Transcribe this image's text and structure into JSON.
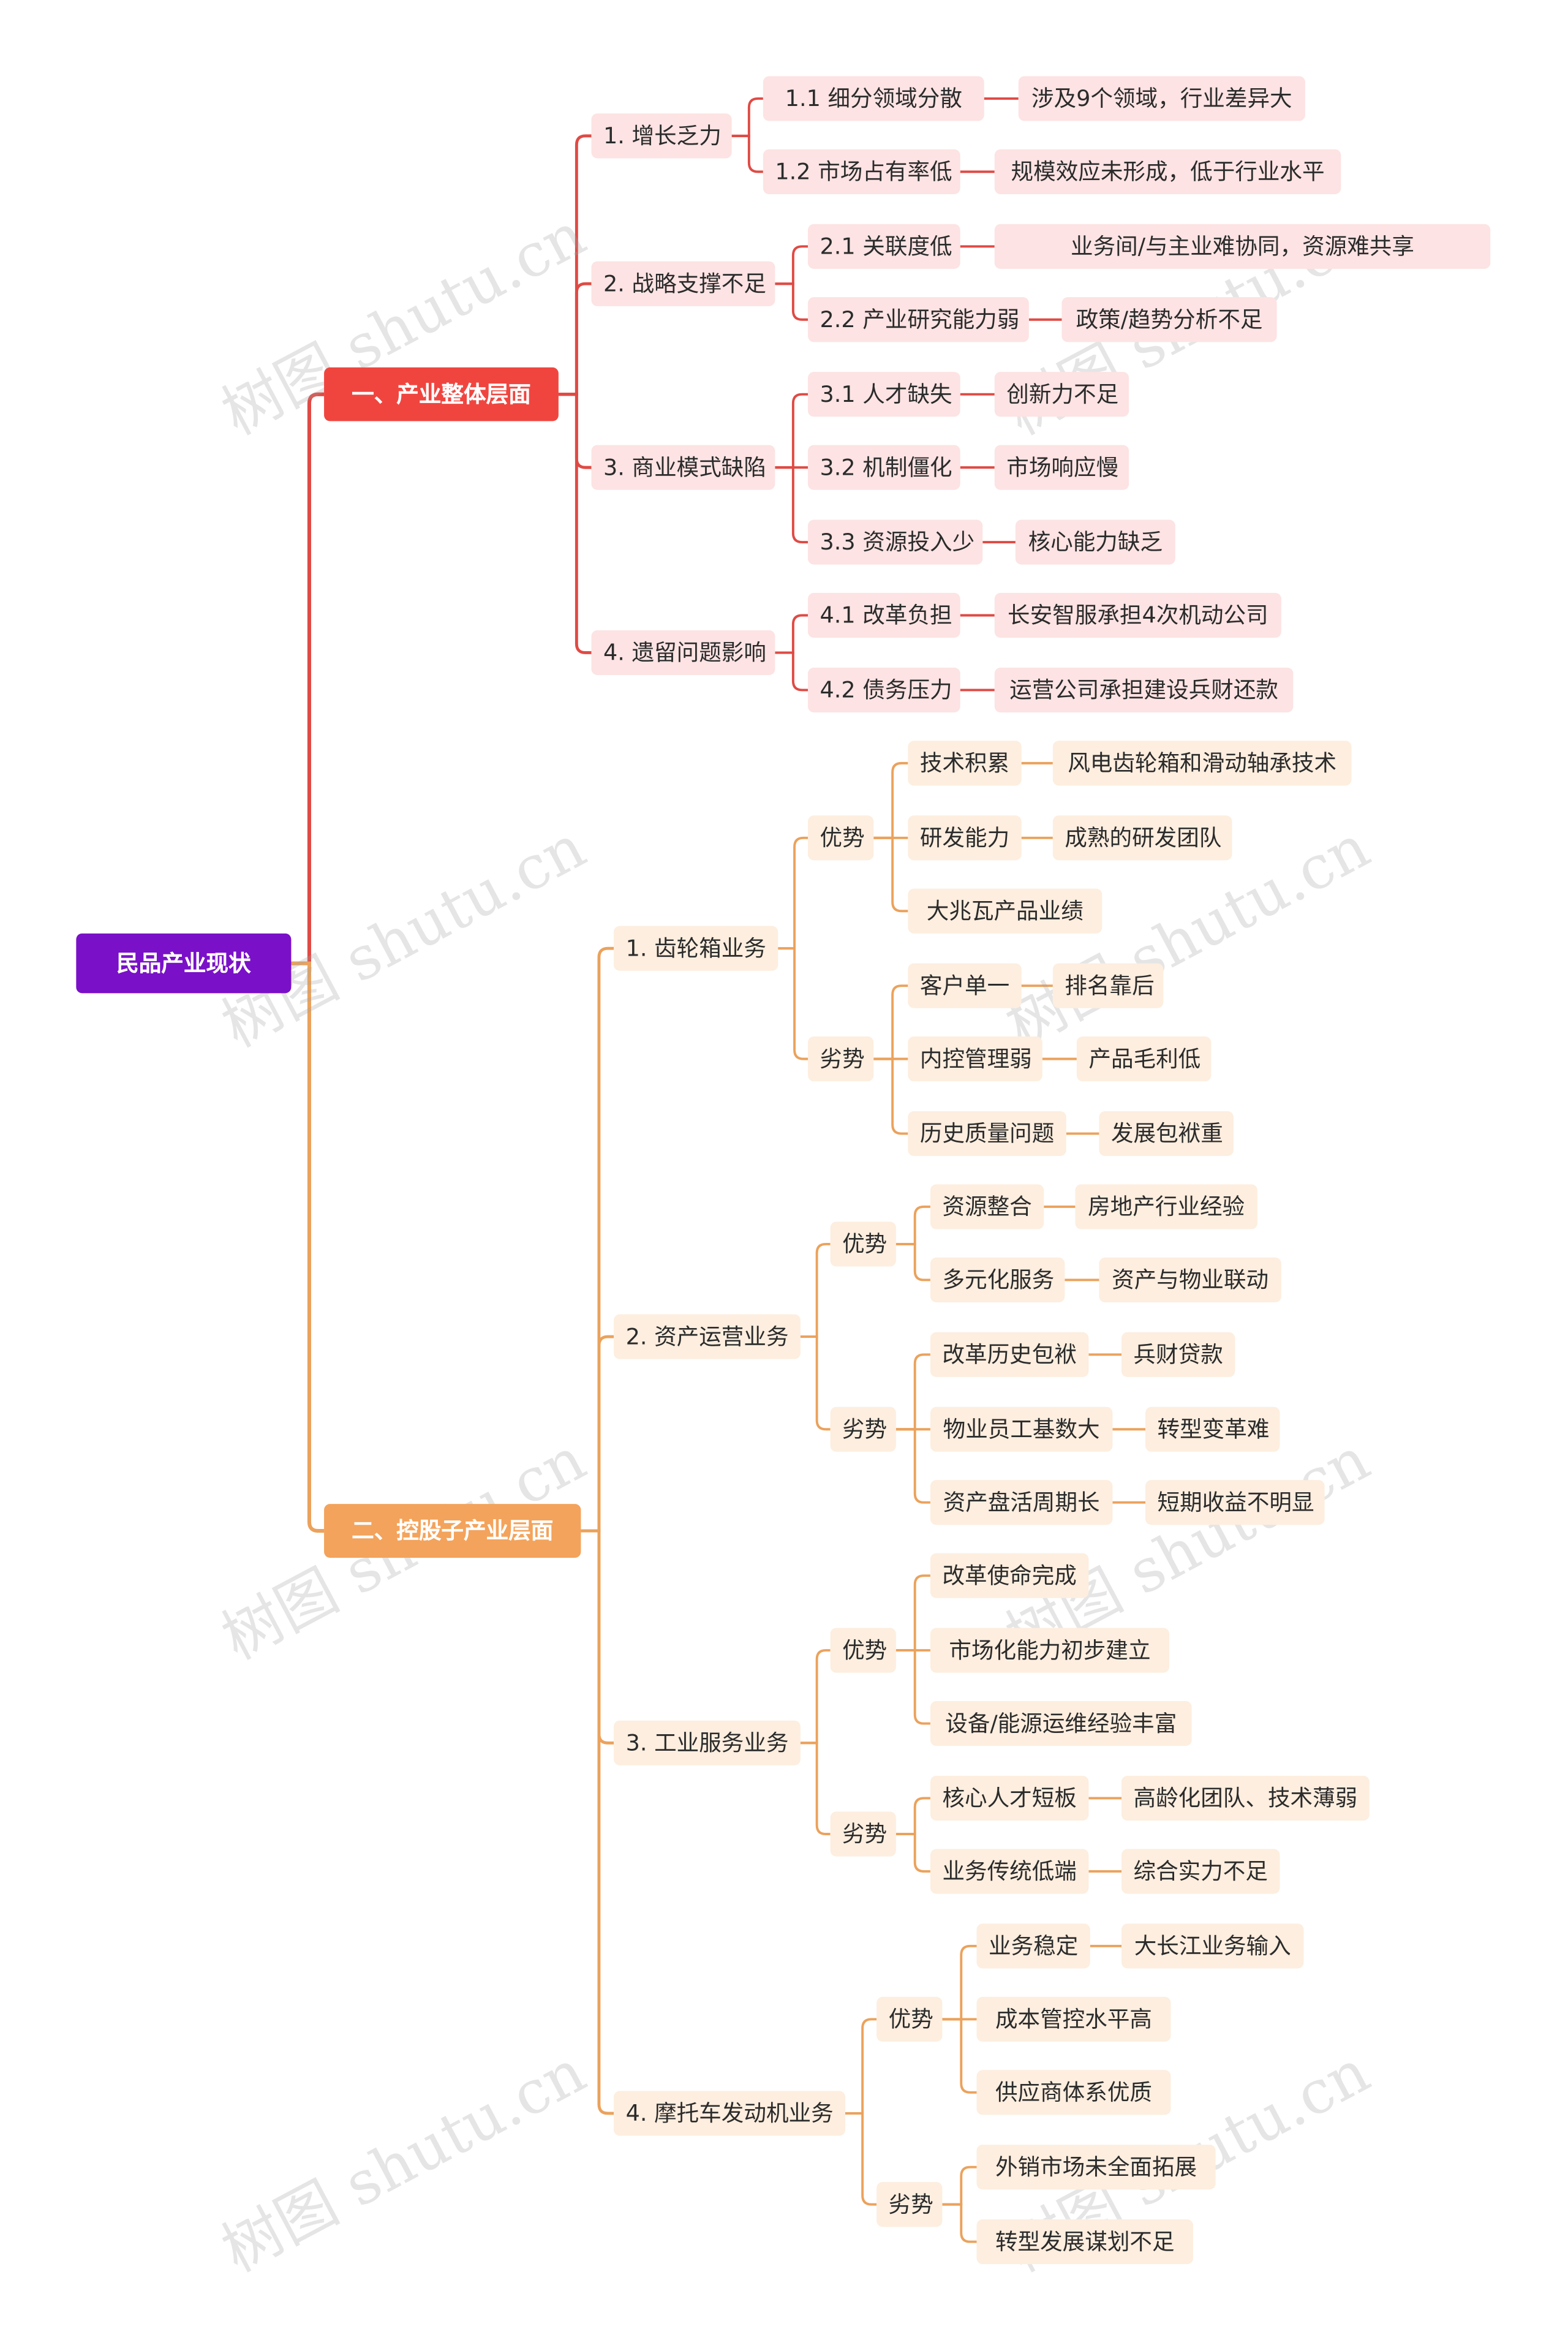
{
  "colors": {
    "root": "#7a10c8",
    "red_branch": "#f0453f",
    "orange_branch": "#f3a35b",
    "red_line": "#e04a44",
    "orange_line": "#eba25c",
    "red_tile": "#fde3e3",
    "orange_tile": "#fdeedf"
  },
  "watermark": "树图 shutu.cn",
  "tree": {
    "root": "民品产业现状",
    "branch1": {
      "label": "一、产业整体层面",
      "g1": {
        "label": "1. 增长乏力",
        "c1": {
          "label": "1.1 细分领域分散",
          "leaf": "涉及9个领域，行业差异大"
        },
        "c2": {
          "label": "1.2 市场占有率低",
          "leaf": "规模效应未形成，低于行业水平"
        }
      },
      "g2": {
        "label": "2. 战略支撑不足",
        "c1": {
          "label": "2.1 关联度低",
          "leaf": "业务间/与主业难协同，资源难共享"
        },
        "c2": {
          "label": "2.2 产业研究能力弱",
          "leaf": "政策/趋势分析不足"
        }
      },
      "g3": {
        "label": "3. 商业模式缺陷",
        "c1": {
          "label": "3.1 人才缺失",
          "leaf": "创新力不足"
        },
        "c2": {
          "label": "3.2 机制僵化",
          "leaf": "市场响应慢"
        },
        "c3": {
          "label": "3.3 资源投入少",
          "leaf": "核心能力缺乏"
        }
      },
      "g4": {
        "label": "4. 遗留问题影响",
        "c1": {
          "label": "4.1 改革负担",
          "leaf": "长安智服承担4次机动公司"
        },
        "c2": {
          "label": "4.2 债务压力",
          "leaf": "运营公司承担建设兵财还款"
        }
      }
    },
    "branch2": {
      "label": "二、控股子产业层面",
      "g1": {
        "label": "1. 齿轮箱业务",
        "adv": {
          "label": "优势",
          "i1": {
            "label": "技术积累",
            "leaf": "风电齿轮箱和滑动轴承技术"
          },
          "i2": {
            "label": "研发能力",
            "leaf": "成熟的研发团队"
          },
          "i3": {
            "label": "大兆瓦产品业绩"
          }
        },
        "dis": {
          "label": "劣势",
          "i1": {
            "label": "客户单一",
            "leaf": "排名靠后"
          },
          "i2": {
            "label": "内控管理弱",
            "leaf": "产品毛利低"
          },
          "i3": {
            "label": "历史质量问题",
            "leaf": "发展包袱重"
          }
        }
      },
      "g2": {
        "label": "2. 资产运营业务",
        "adv": {
          "label": "优势",
          "i1": {
            "label": "资源整合",
            "leaf": "房地产行业经验"
          },
          "i2": {
            "label": "多元化服务",
            "leaf": "资产与物业联动"
          }
        },
        "dis": {
          "label": "劣势",
          "i1": {
            "label": "改革历史包袱",
            "leaf": "兵财贷款"
          },
          "i2": {
            "label": "物业员工基数大",
            "leaf": "转型变革难"
          },
          "i3": {
            "label": "资产盘活周期长",
            "leaf": "短期收益不明显"
          }
        }
      },
      "g3": {
        "label": "3. 工业服务业务",
        "adv": {
          "label": "优势",
          "i1": {
            "label": "改革使命完成"
          },
          "i2": {
            "label": "市场化能力初步建立"
          },
          "i3": {
            "label": "设备/能源运维经验丰富"
          }
        },
        "dis": {
          "label": "劣势",
          "i1": {
            "label": "核心人才短板",
            "leaf": "高龄化团队、技术薄弱"
          },
          "i2": {
            "label": "业务传统低端",
            "leaf": "综合实力不足"
          }
        }
      },
      "g4": {
        "label": "4. 摩托车发动机业务",
        "adv": {
          "label": "优势",
          "i1": {
            "label": "业务稳定",
            "leaf": "大长江业务输入"
          },
          "i2": {
            "label": "成本管控水平高"
          },
          "i3": {
            "label": "供应商体系优质"
          }
        },
        "dis": {
          "label": "劣势",
          "i1": {
            "label": "外销市场未全面拓展"
          },
          "i2": {
            "label": "转型发展谋划不足"
          }
        }
      }
    }
  }
}
